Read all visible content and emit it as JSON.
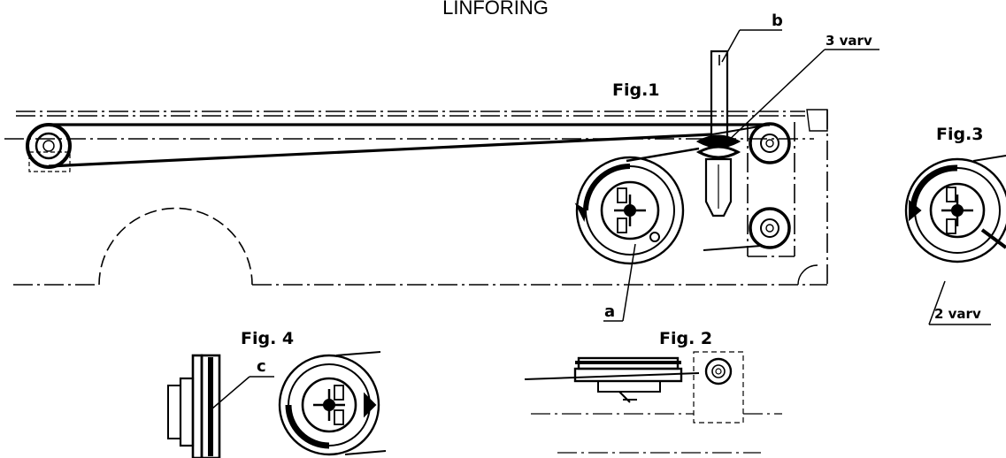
{
  "title": "LINFORING",
  "figures": {
    "fig1": "Fig.1",
    "fig2": "Fig. 2",
    "fig3": "Fig.3",
    "fig4": "Fig. 4"
  },
  "labels": {
    "a": "a",
    "b": "b",
    "c": "c",
    "three_turns": "3 varv",
    "two_turns": "2 varv"
  }
}
